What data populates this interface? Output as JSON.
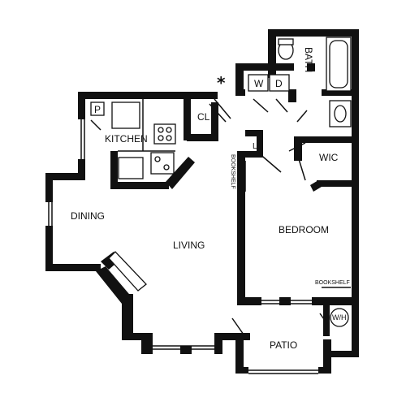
{
  "rooms": {
    "kitchen": "KITCHEN",
    "dining": "DINING",
    "living": "LIVING",
    "bedroom": "BEDROOM",
    "bath": "BATH",
    "patio": "PATIO",
    "wic": "WIC",
    "closet": "CL"
  },
  "labels": {
    "pantry": "P",
    "linen": "L",
    "washer": "W",
    "dryer": "D",
    "water_heater": "W/H",
    "bookshelf_hall": "BOOKSHELF",
    "bookshelf_bedroom": "BOOKSHELF",
    "asterisk": "*"
  }
}
